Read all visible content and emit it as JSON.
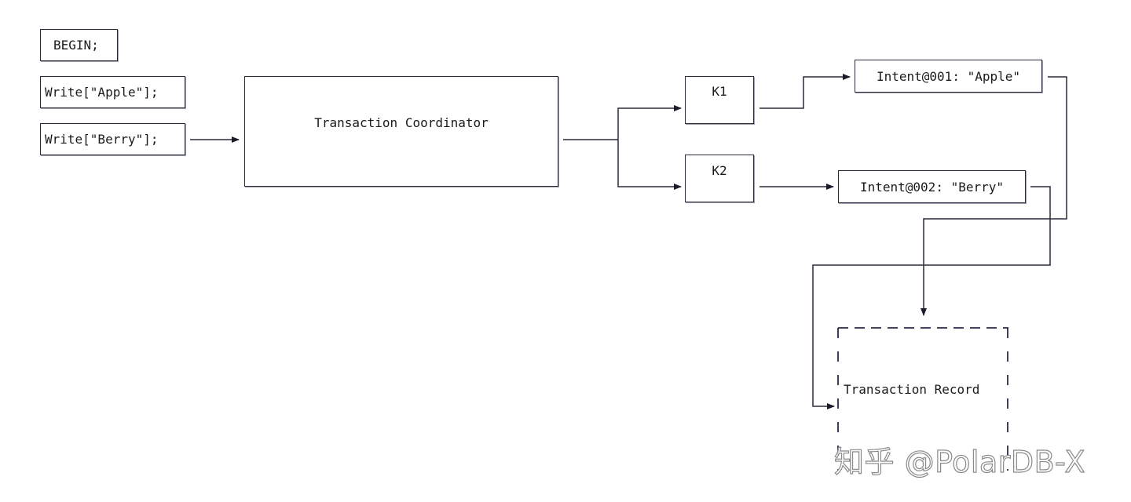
{
  "statements": {
    "begin": "BEGIN;",
    "write_apple": "Write[\"Apple\"];",
    "write_berry": "Write[\"Berry\"];"
  },
  "coordinator": {
    "label": "Transaction Coordinator"
  },
  "keys": {
    "k1": "K1",
    "k2": "K2"
  },
  "intents": {
    "apple": "Intent@001: \"Apple\"",
    "berry": "Intent@002: \"Berry\""
  },
  "record": {
    "label": "Transaction Record"
  },
  "watermark": "知乎 @PolarDB-X",
  "colors": {
    "line": "#2a2a3a",
    "shadow": "#9aa0ad",
    "dashed_border": "#2a2a4a"
  }
}
